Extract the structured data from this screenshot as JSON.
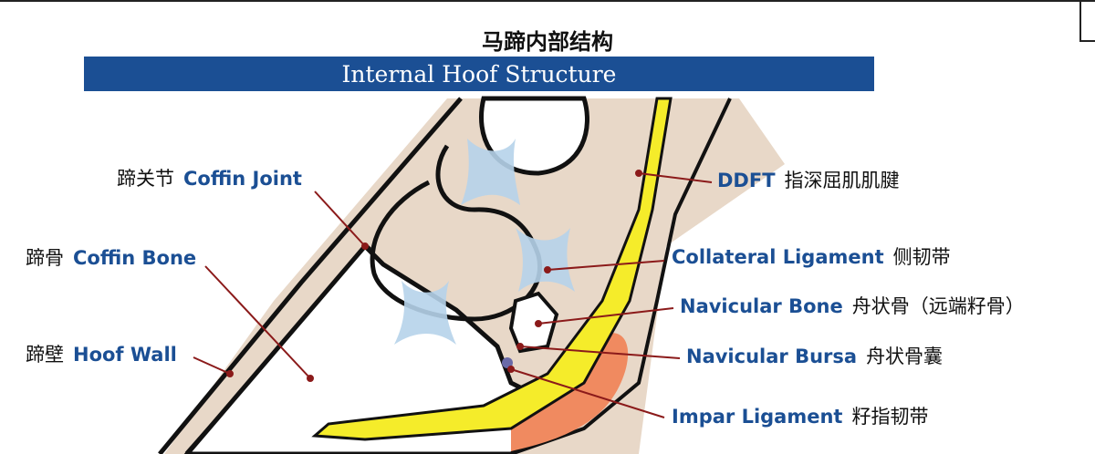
{
  "title_cn": "马蹄内部结构",
  "title_en": "Internal Hoof Structure",
  "colors": {
    "banner": "#1b4f94",
    "label_en": "#1b4f94",
    "leader": "#8b1a1a",
    "tissue": "#e8d8c8",
    "tendon": "#f5ec2a",
    "ligament": "#b6d3ea",
    "cushion": "#f08a60"
  },
  "labels": {
    "coffin_joint": {
      "cn": "蹄关节",
      "en": "Coffin Joint"
    },
    "coffin_bone": {
      "cn": "蹄骨",
      "en": "Coffin Bone"
    },
    "hoof_wall": {
      "cn": "蹄壁",
      "en": "Hoof Wall"
    },
    "ddft": {
      "en": "DDFT",
      "cn": "指深屈肌肌腱"
    },
    "collateral_ligament": {
      "en": "Collateral Ligament",
      "cn": "侧韧带"
    },
    "navicular_bone": {
      "en": "Navicular Bone",
      "cn": "舟状骨（远端籽骨）"
    },
    "navicular_bursa": {
      "en": "Navicular Bursa",
      "cn": "舟状骨囊"
    },
    "impar_ligament": {
      "en": "Impar Ligament",
      "cn": "籽指韧带"
    }
  }
}
